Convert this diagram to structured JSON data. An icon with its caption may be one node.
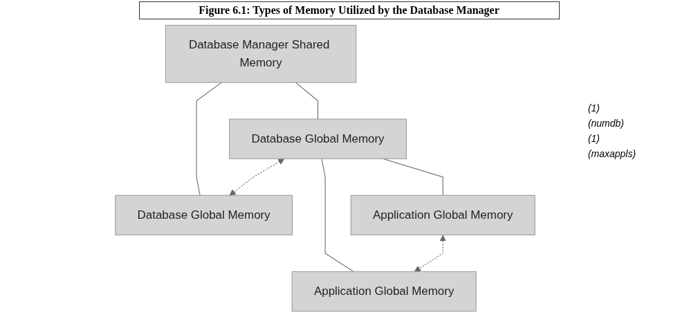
{
  "diagram": {
    "title": "Figure 6.1: Types of Memory Utilized by the Database Manager",
    "nodes": [
      {
        "text": [
          "Database Manager Shared Memory"
        ]
      },
      {
        "text": [
          "Database Global Memory"
        ]
      },
      {
        "text": [
          "Database Global Memory"
        ]
      },
      {
        "text": [
          "Application Global Memory"
        ]
      },
      {
        "text": [
          "Application Global Memory"
        ]
      }
    ],
    "edges": [
      {
        "from": 0,
        "to": 1,
        "arrow": "none"
      },
      {
        "from": 0,
        "to": 2,
        "arrow": "none"
      },
      {
        "from": 1,
        "to": 2,
        "arrow": "both",
        "style": "dashed"
      },
      {
        "from": 1,
        "to": 3,
        "arrow": "none"
      },
      {
        "from": 1,
        "to": 4,
        "arrow": "none"
      },
      {
        "from": 3,
        "to": 4,
        "arrow": "both",
        "style": "dashed"
      }
    ],
    "labels": [
      "(1)",
      "(numdb)",
      "(1)",
      "(maxappls)"
    ]
  }
}
